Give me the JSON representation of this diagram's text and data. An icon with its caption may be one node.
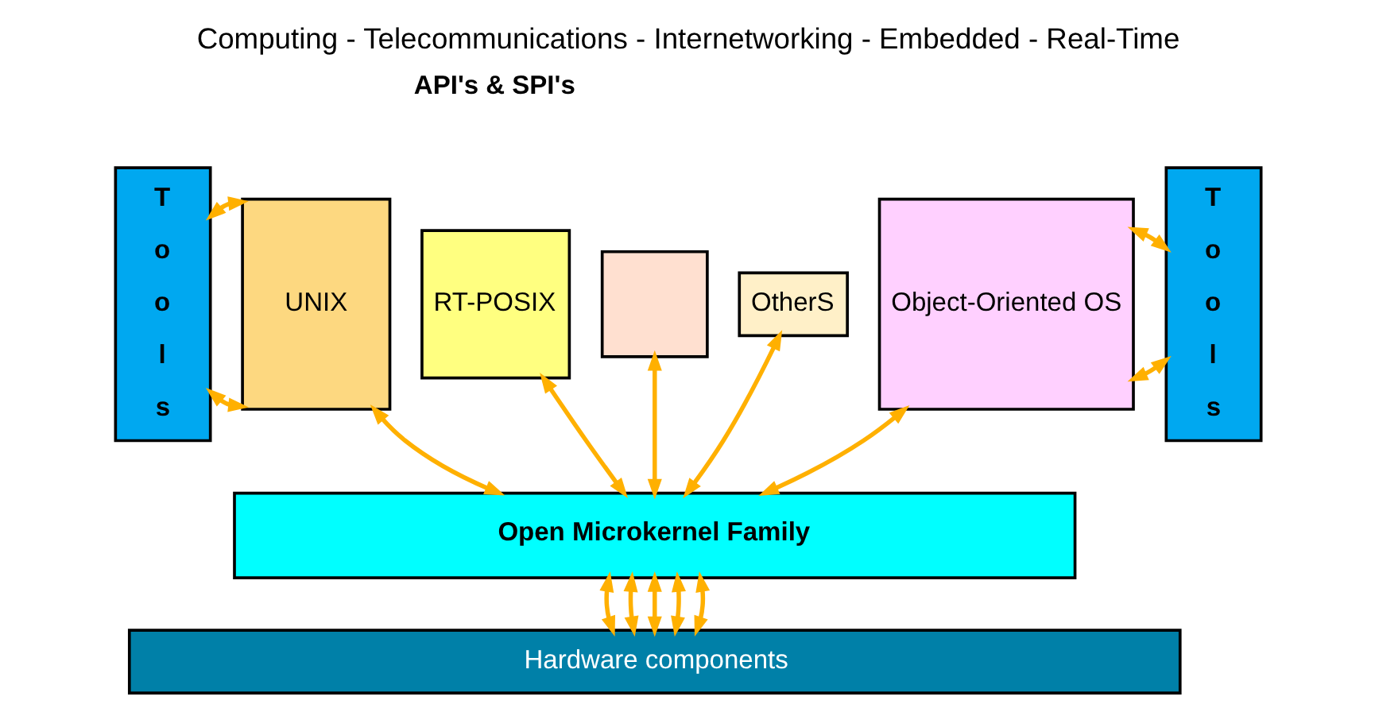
{
  "diagram": {
    "title": "Computing - Telecommunications - Internetworking - Embedded - Real-Time",
    "nodes": [
      {
        "text": [
          "T o o l s"
        ]
      },
      {
        "text": [
          "UNIX"
        ]
      },
      {
        "text": [
          "RT-POSIX"
        ]
      },
      {
        "text": [],
        "shape": "box"
      },
      {
        "text": [
          "OtherS"
        ]
      },
      {
        "text": [
          "Object-Oriented OS"
        ]
      },
      {
        "text": [
          "T o o l s"
        ]
      },
      {
        "text": [
          "Open Microkernel Family"
        ]
      },
      {
        "text": [
          "Hardware components"
        ]
      }
    ],
    "edges": [
      {
        "from": 0,
        "to": 1,
        "arrow": "both"
      },
      {
        "from": 0,
        "to": 1,
        "arrow": "both"
      },
      {
        "from": 5,
        "to": 6,
        "arrow": "both"
      },
      {
        "from": 5,
        "to": 6,
        "arrow": "both"
      },
      {
        "from": 1,
        "to": 7,
        "arrow": "both"
      },
      {
        "from": 2,
        "to": 7,
        "arrow": "both"
      },
      {
        "from": 3,
        "to": 7,
        "arrow": "both"
      },
      {
        "from": 4,
        "to": 7,
        "arrow": "both"
      },
      {
        "from": 5,
        "to": 7,
        "arrow": "both"
      },
      {
        "from": 7,
        "to": 8,
        "arrow": "both"
      },
      {
        "from": 7,
        "to": 8,
        "arrow": "both"
      },
      {
        "from": 7,
        "to": 8,
        "arrow": "both"
      },
      {
        "from": 7,
        "to": 8,
        "arrow": "both"
      },
      {
        "from": 7,
        "to": 8,
        "arrow": "both"
      }
    ],
    "labels": [
      "API's & SPI's"
    ]
  }
}
